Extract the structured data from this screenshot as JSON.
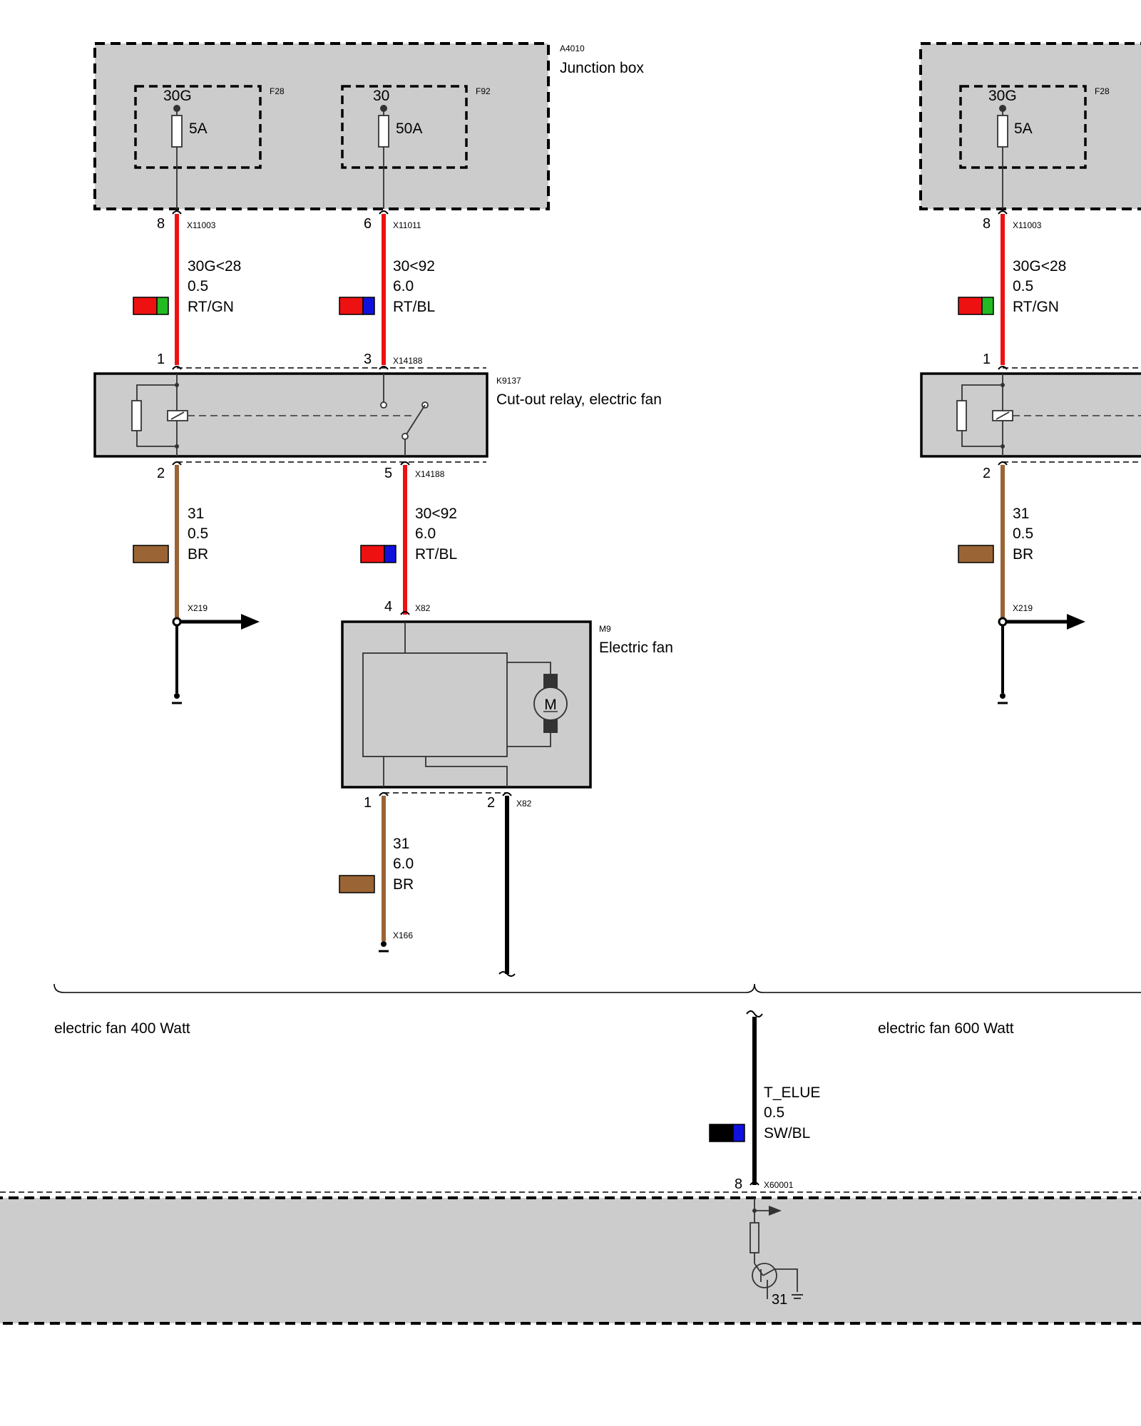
{
  "colors": {
    "red": "#ee1111",
    "green": "#22bb22",
    "blue": "#1111dd",
    "brown": "#9a6434",
    "black": "#000000",
    "box_fill": "#cccccc"
  },
  "components": {
    "junction_box": {
      "id": "A4010",
      "name": "Junction box"
    },
    "fuse_f28": {
      "id": "F28",
      "terminal": "30G",
      "rating": "5A"
    },
    "fuse_f92": {
      "id": "F92",
      "terminal": "30",
      "rating": "50A"
    },
    "relay": {
      "id": "K9137",
      "name": "Cut-out relay, electric fan"
    },
    "fan": {
      "id": "M9",
      "name": "Electric fan",
      "motor": "M"
    }
  },
  "connectors": {
    "x11003": "X11003",
    "x11011": "X11011",
    "x14188_in": "X14188",
    "x14188_out": "X14188",
    "x219": "X219",
    "x82_in": "X82",
    "x82_out": "X82",
    "x166": "X166",
    "x60001": "X60001"
  },
  "pins": {
    "p8": "8",
    "p6": "6",
    "p1": "1",
    "p3": "3",
    "p2": "2",
    "p5": "5",
    "p4": "4",
    "fan1": "1",
    "fan2": "2",
    "ecu8": "8",
    "right8": "8",
    "right1": "1",
    "right2": "2",
    "ground31": "31"
  },
  "wires": {
    "w1": {
      "signal": "30G<28",
      "size": "0.5",
      "color": "RT/GN"
    },
    "w2": {
      "signal": "30<92",
      "size": "6.0",
      "color": "RT/BL"
    },
    "w3": {
      "signal": "31",
      "size": "0.5",
      "color": "BR"
    },
    "w4": {
      "signal": "30<92",
      "size": "6.0",
      "color": "RT/BL"
    },
    "w5": {
      "signal": "31",
      "size": "6.0",
      "color": "BR"
    },
    "w6": {
      "signal": "T_ELUE",
      "size": "0.5",
      "color": "SW/BL"
    },
    "r1": {
      "signal": "30G<28",
      "size": "0.5",
      "color": "RT/GN"
    },
    "r3": {
      "signal": "31",
      "size": "0.5",
      "color": "BR"
    }
  },
  "variants": {
    "left": "electric fan 400 Watt",
    "right": "electric fan 600 Watt"
  }
}
